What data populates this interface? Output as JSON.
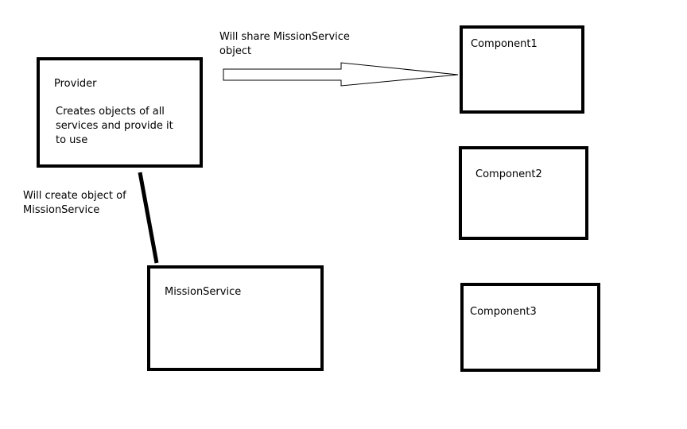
{
  "provider": {
    "title": "Provider",
    "description": "Creates objects of all services and provide it to use"
  },
  "mission_service": {
    "title": "MissionService"
  },
  "components": [
    {
      "title": "Component1"
    },
    {
      "title": "Component2"
    },
    {
      "title": "Component3"
    }
  ],
  "edges": {
    "create_label": "Will create object of MissionService",
    "share_label": "Will share MissionService object"
  },
  "colors": {
    "stroke": "#000000",
    "background": "#ffffff"
  }
}
